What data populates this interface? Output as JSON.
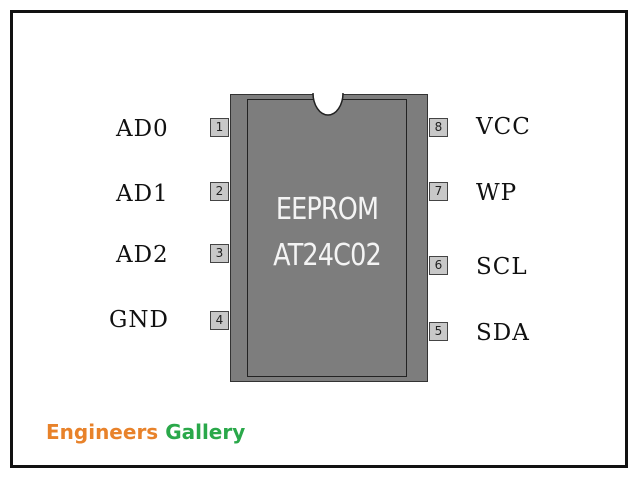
{
  "chip": {
    "line1": "EEPROM",
    "line2": "AT24C02",
    "body_color": "#7d7d7d"
  },
  "pins_left": [
    {
      "number": "1",
      "label": "AD0"
    },
    {
      "number": "2",
      "label": "AD1"
    },
    {
      "number": "3",
      "label": "AD2"
    },
    {
      "number": "4",
      "label": "GND"
    }
  ],
  "pins_right": [
    {
      "number": "8",
      "label": "VCC"
    },
    {
      "number": "7",
      "label": "WP"
    },
    {
      "number": "6",
      "label": "SCL"
    },
    {
      "number": "5",
      "label": "SDA"
    }
  ],
  "brand": {
    "word1": "Engineers",
    "word2": "Gallery",
    "color1": "#e8822a",
    "color2": "#2aa84a"
  }
}
